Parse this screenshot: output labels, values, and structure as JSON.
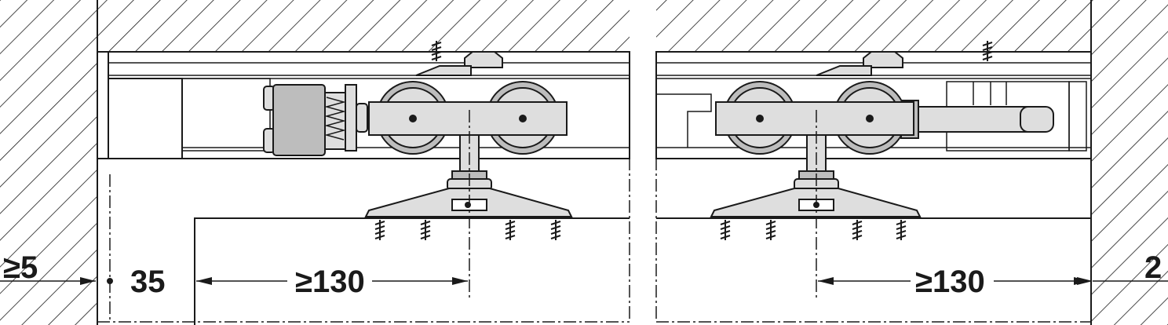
{
  "dimensions": {
    "left_clearance": "≥5",
    "panel_offset": "35",
    "left_center_distance": "≥130",
    "right_center_distance": "≥130",
    "right_clearance": "2"
  },
  "colors": {
    "line": "#1a1a1a",
    "part_fill": "#dedede",
    "part_dark": "#bdbdbd",
    "background": "#ffffff"
  }
}
